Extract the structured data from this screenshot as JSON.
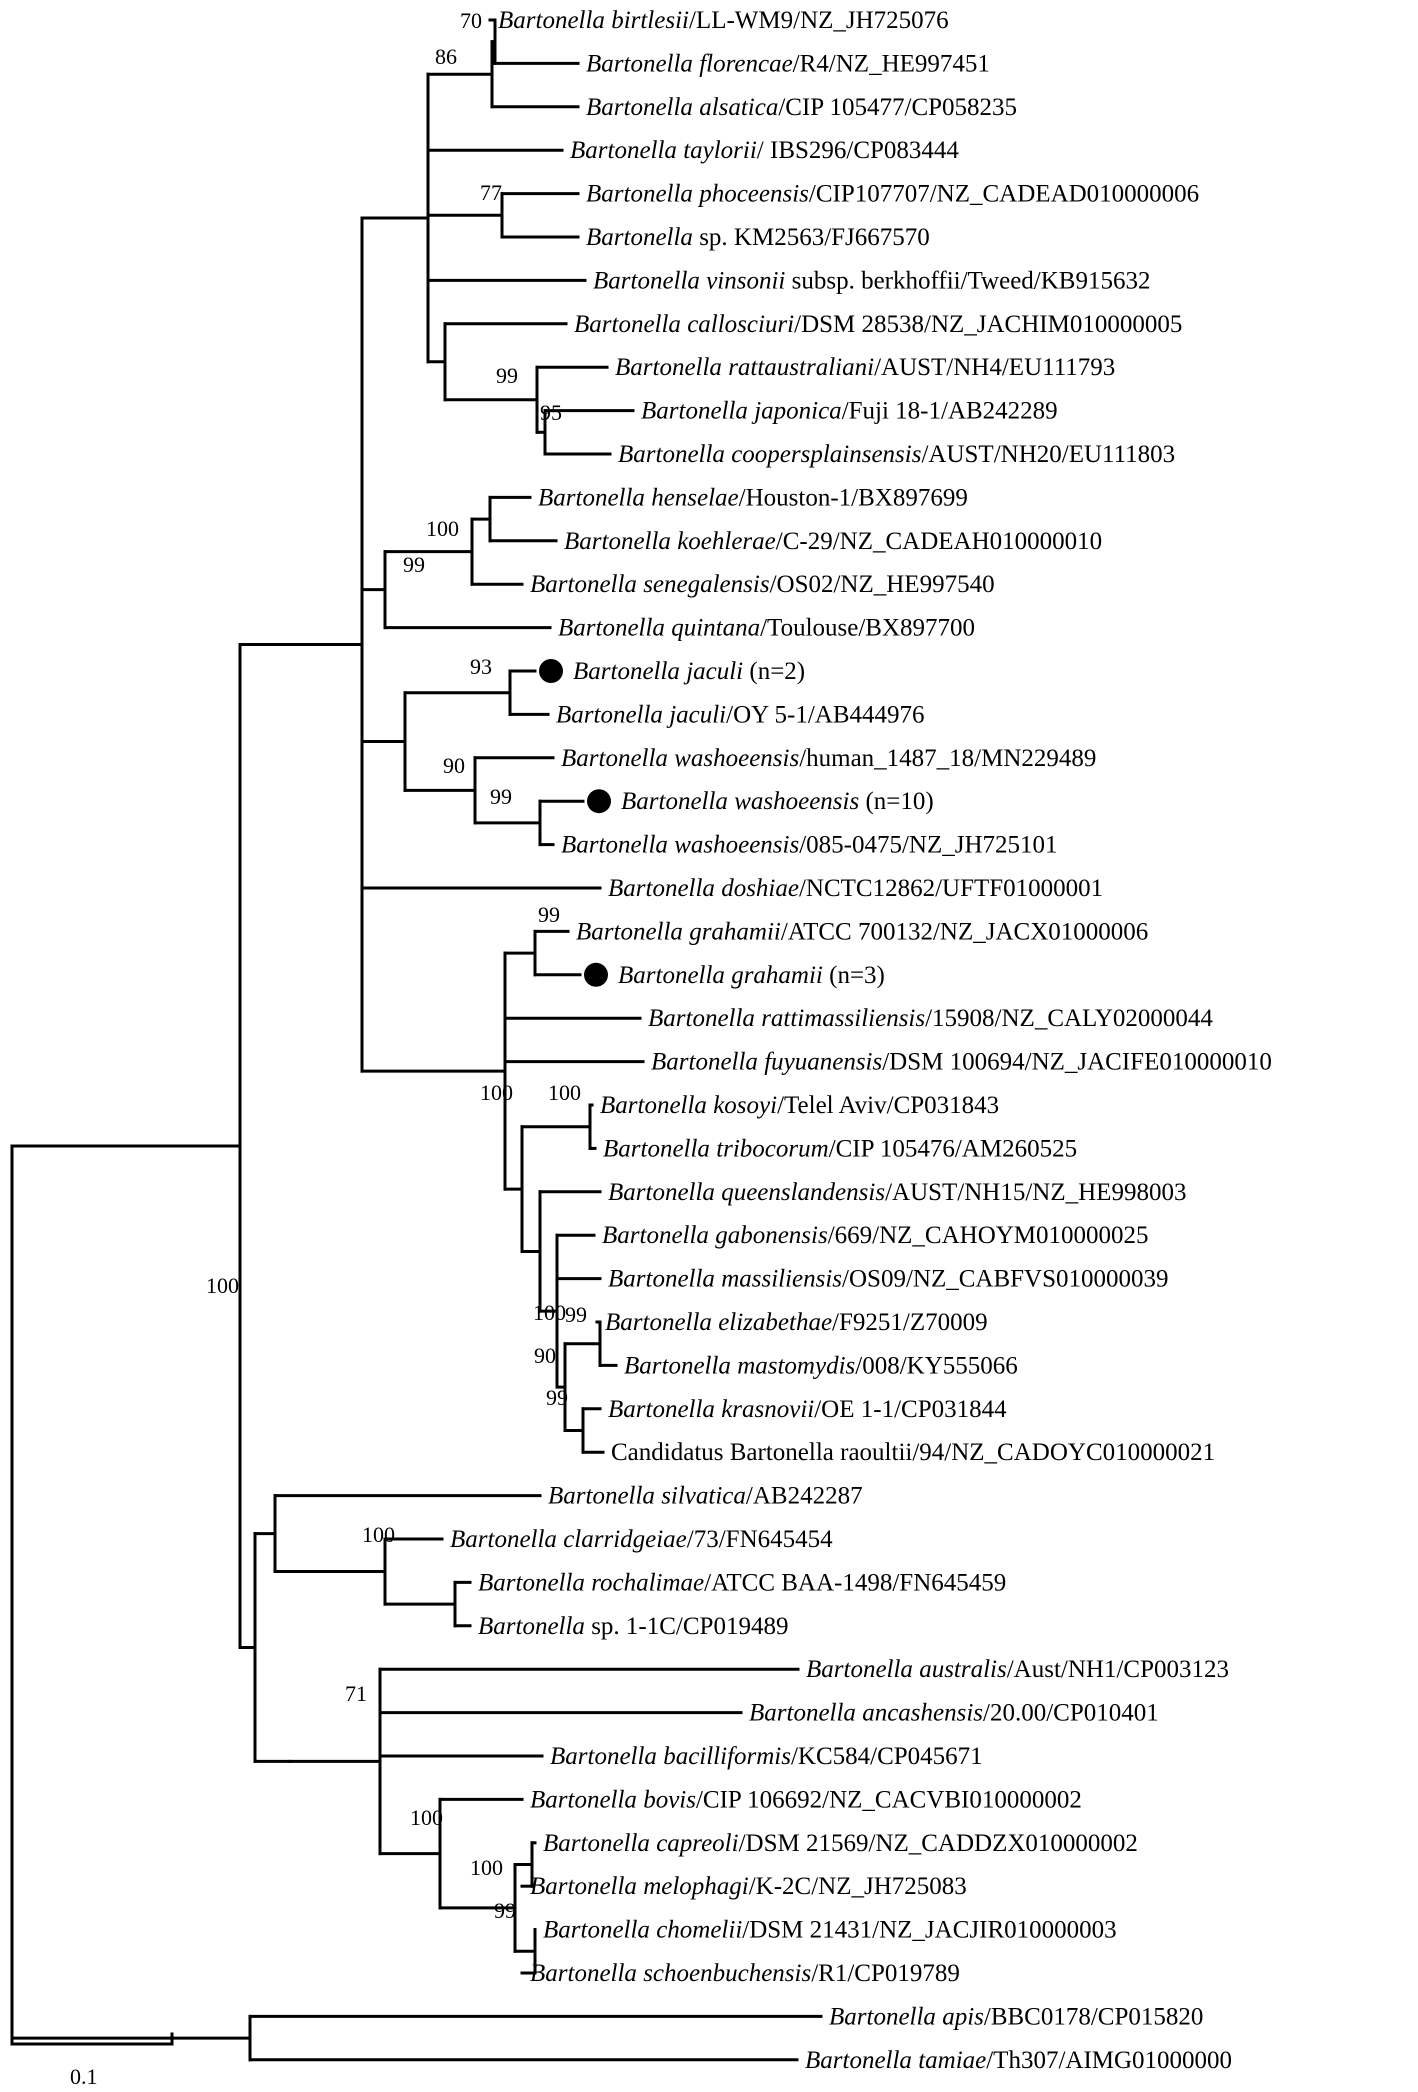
{
  "tree": {
    "scale_bar_label": "0.1",
    "marker_color": "#000000",
    "line_color": "#000000",
    "leaves": [
      {
        "genus": "Bartonella",
        "species": "birtlesii",
        "strain": "/LL-WM9/NZ_JH725076",
        "marked": false
      },
      {
        "genus": "Bartonella",
        "species": "florencae",
        "strain": "/R4/NZ_HE997451",
        "marked": false
      },
      {
        "genus": "Bartonella",
        "species": "alsatica",
        "strain": "/CIP 105477/CP058235",
        "marked": false
      },
      {
        "genus": "Bartonella",
        "species": "taylorii",
        "strain": "/ IBS296/CP083444",
        "marked": false
      },
      {
        "genus": "Bartonella",
        "species": "phoceensis",
        "strain": "/CIP107707/NZ_CADEAD010000006",
        "marked": false
      },
      {
        "genus": "Bartonella",
        "species": "",
        "strain": " sp. KM2563/FJ667570",
        "marked": false
      },
      {
        "genus": "Bartonella",
        "species": "vinsonii",
        "strain": " subsp. berkhoffii/Tweed/KB915632",
        "marked": false
      },
      {
        "genus": "Bartonella",
        "species": "callosciuri",
        "strain": "/DSM 28538/NZ_JACHIM010000005",
        "marked": false
      },
      {
        "genus": "Bartonella",
        "species": "rattaustraliani",
        "strain": "/AUST/NH4/EU111793",
        "marked": false
      },
      {
        "genus": "Bartonella",
        "species": "japonica",
        "strain": "/Fuji 18-1/AB242289",
        "marked": false
      },
      {
        "genus": "Bartonella",
        "species": "coopersplainsensis",
        "strain": "/AUST/NH20/EU111803",
        "marked": false
      },
      {
        "genus": "Bartonella",
        "species": "henselae",
        "strain": "/Houston-1/BX897699",
        "marked": false
      },
      {
        "genus": "Bartonella",
        "species": "koehlerae",
        "strain": "/C-29/NZ_CADEAH010000010",
        "marked": false
      },
      {
        "genus": "Bartonella",
        "species": "senegalensis",
        "strain": "/OS02/NZ_HE997540",
        "marked": false
      },
      {
        "genus": "Bartonella",
        "species": "quintana",
        "strain": "/Toulouse/BX897700",
        "marked": false
      },
      {
        "genus": "Bartonella",
        "species": "jaculi",
        "strain": " (n=2)",
        "marked": true
      },
      {
        "genus": "Bartonella",
        "species": "jaculi",
        "strain": "/OY 5-1/AB444976",
        "marked": false
      },
      {
        "genus": "Bartonella",
        "species": "washoeensis",
        "strain": "/human_1487_18/MN229489",
        "marked": false
      },
      {
        "genus": "Bartonella",
        "species": "washoeensis",
        "strain": " (n=10)",
        "marked": true
      },
      {
        "genus": "Bartonella",
        "species": "washoeensis",
        "strain": "/085-0475/NZ_JH725101",
        "marked": false
      },
      {
        "genus": "Bartonella",
        "species": "doshiae",
        "strain": "/NCTC12862/UFTF01000001",
        "marked": false
      },
      {
        "genus": "Bartonella",
        "species": "grahamii",
        "strain": "/ATCC 700132/NZ_JACX01000006",
        "marked": false
      },
      {
        "genus": "Bartonella",
        "species": "grahamii",
        "strain": " (n=3)",
        "marked": true
      },
      {
        "genus": "Bartonella",
        "species": "rattimassiliensis",
        "strain": "/15908/NZ_CALY02000044",
        "marked": false
      },
      {
        "genus": "Bartonella",
        "species": "fuyuanensis",
        "strain": "/DSM 100694/NZ_JACIFE010000010",
        "marked": false
      },
      {
        "genus": "Bartonella",
        "species": "kosoyi",
        "strain": "/Telel Aviv/CP031843",
        "marked": false
      },
      {
        "genus": "Bartonella",
        "species": "tribocorum",
        "strain": "/CIP 105476/AM260525",
        "marked": false
      },
      {
        "genus": "Bartonella",
        "species": "queenslandensis",
        "strain": "/AUST/NH15/NZ_HE998003",
        "marked": false
      },
      {
        "genus": "Bartonella",
        "species": "gabonensis",
        "strain": "/669/NZ_CAHOYM010000025",
        "marked": false
      },
      {
        "genus": "Bartonella",
        "species": "massiliensis",
        "strain": "/OS09/NZ_CABFVS010000039",
        "marked": false
      },
      {
        "genus": "Bartonella",
        "species": "elizabethae",
        "strain": "/F9251/Z70009",
        "marked": false
      },
      {
        "genus": "Bartonella",
        "species": "mastomydis",
        "strain": "/008/KY555066",
        "marked": false
      },
      {
        "genus": "Bartonella",
        "species": "krasnovii",
        "strain": "/OE 1-1/CP031844",
        "marked": false
      },
      {
        "genus": "Candidatus",
        "species": "",
        "strain": " Bartonella raoultii/94/NZ_CADOYC010000021",
        "marked": false
      },
      {
        "genus": "Bartonella",
        "species": "silvatica",
        "strain": "/AB242287",
        "marked": false
      },
      {
        "genus": "Bartonella",
        "species": "clarridgeiae",
        "strain": "/73/FN645454",
        "marked": false
      },
      {
        "genus": "Bartonella",
        "species": "rochalimae",
        "strain": "/ATCC BAA-1498/FN645459",
        "marked": false
      },
      {
        "genus": "Bartonella",
        "species": "",
        "strain": " sp. 1-1C/CP019489",
        "marked": false
      },
      {
        "genus": "Bartonella",
        "species": "australis",
        "strain": "/Aust/NH1/CP003123",
        "marked": false
      },
      {
        "genus": "Bartonella",
        "species": "ancashensis",
        "strain": "/20.00/CP010401",
        "marked": false
      },
      {
        "genus": "Bartonella",
        "species": "bacilliformis",
        "strain": "/KC584/CP045671",
        "marked": false
      },
      {
        "genus": "Bartonella",
        "species": "bovis",
        "strain": "/CIP 106692/NZ_CACVBI010000002",
        "marked": false
      },
      {
        "genus": "Bartonella",
        "species": "capreoli",
        "strain": "/DSM 21569/NZ_CADDZX010000002",
        "marked": false
      },
      {
        "genus": "Bartonella",
        "species": "melophagi",
        "strain": "/K-2C/NZ_JH725083",
        "marked": false
      },
      {
        "genus": "Bartonella",
        "species": "chomelii",
        "strain": "/DSM 21431/NZ_JACJIR010000003",
        "marked": false
      },
      {
        "genus": "Bartonella",
        "species": "schoenbuchensis",
        "strain": "/R1/CP019789",
        "marked": false
      },
      {
        "genus": "Bartonella",
        "species": "apis",
        "strain": "/BBC0178/CP015820",
        "marked": false
      },
      {
        "genus": "Bartonella",
        "species": "tamiae",
        "strain": "/Th307/AIMG01000000",
        "marked": false
      }
    ],
    "bootstrap": [
      "70",
      "86",
      "77",
      "99",
      "95",
      "100",
      "99",
      "93",
      "90",
      "99",
      "99",
      "100",
      "100",
      "100",
      "99",
      "90",
      "99",
      "100",
      "100",
      "71",
      "100",
      "100",
      "99"
    ]
  }
}
